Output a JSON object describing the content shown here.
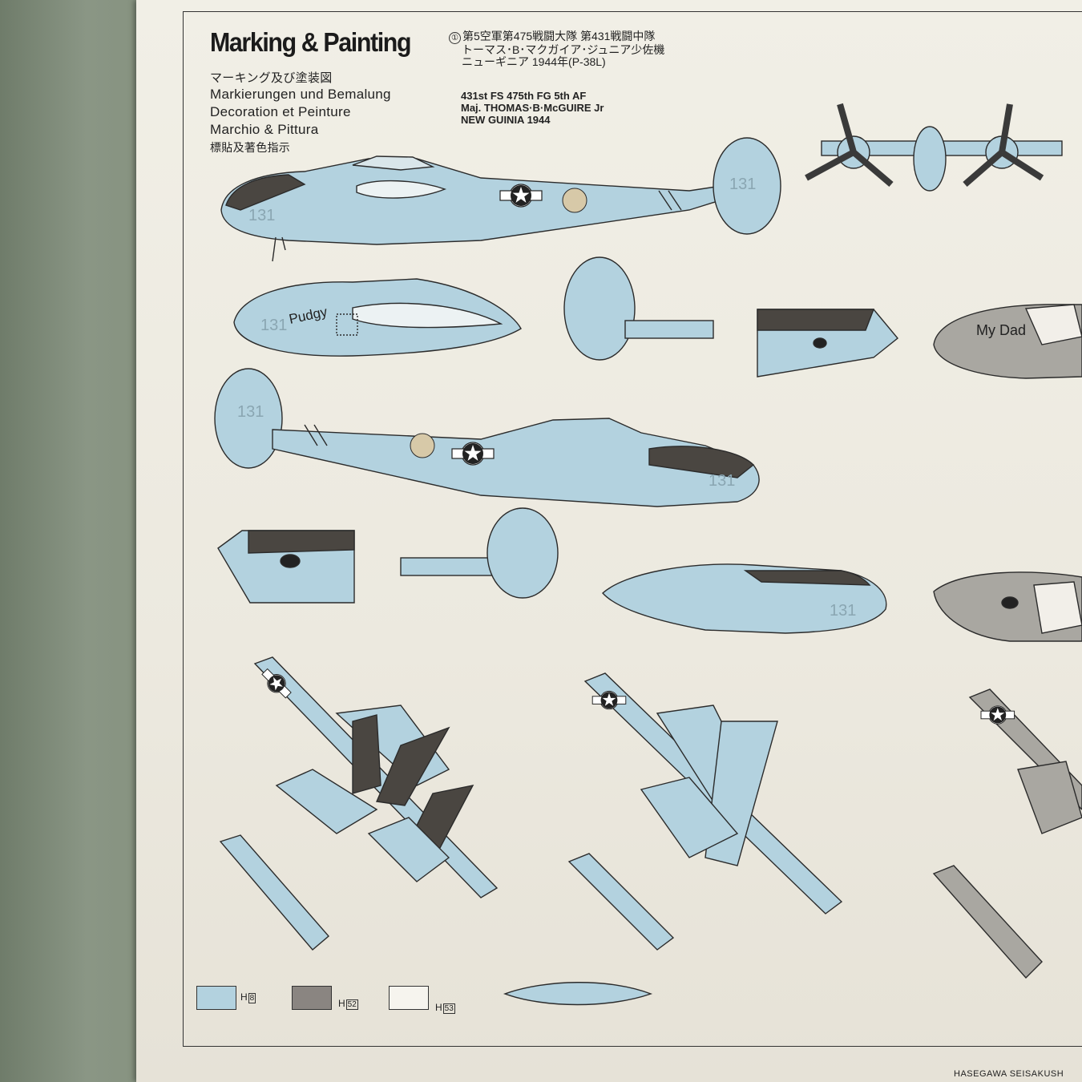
{
  "heading": {
    "title": "Marking & Painting",
    "lines": [
      "マーキング及び塗装図",
      "Markierungen und Bemalung",
      "Decoration et Peinture",
      "Marchio & Pittura",
      "標貼及著色指示"
    ]
  },
  "aircraft": {
    "number": "①",
    "jp_lines": [
      "第5空軍第475戦闘大隊 第431戦闘中隊",
      "トーマス･B･マクガイア･ジュニア少佐機",
      "ニューギニア 1944年(P-38L)"
    ],
    "en_lines": [
      "431st FS 475th FG 5th AF",
      "Maj. THOMAS·B·McGUIRE Jr",
      "NEW GUINIA 1944"
    ],
    "nose_art_1": "Pudgy",
    "nose_art_2": "My Dad",
    "code": "131"
  },
  "swatches": [
    {
      "code": "H",
      "num": "8",
      "color": "#b3d2df"
    },
    {
      "code": "H",
      "num": "52",
      "color": "#8a8581"
    },
    {
      "code": "H",
      "num": "53",
      "color": "#f6f4ee"
    }
  ],
  "footer": "HASEGAWA SEISAKUSH",
  "colors": {
    "light_blue": "#b3d2df",
    "olive_drab": "#4a4641",
    "neutral_gray": "#a9a7a1",
    "line": "#2b2b2b"
  }
}
